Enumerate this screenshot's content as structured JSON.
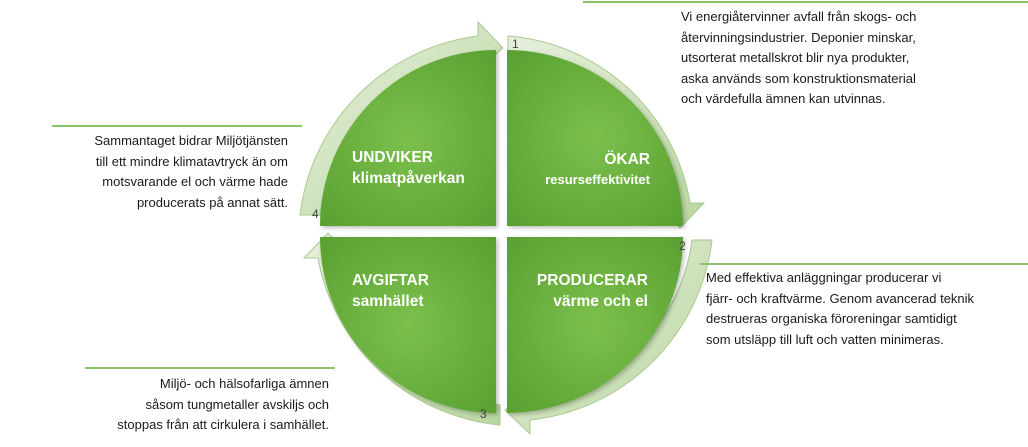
{
  "quadrants": {
    "q1": {
      "line1": "ÖKAR",
      "line2": "resurseffektivitet"
    },
    "q2": {
      "line1": "PRODUCERAR",
      "line2": "värme och el"
    },
    "q3": {
      "line1": "AVGIFTAR",
      "line2": "samhället"
    },
    "q4": {
      "line1": "UNDVIKER",
      "line2": "klimatpåverkan"
    }
  },
  "steps": [
    "1",
    "2",
    "3",
    "4"
  ],
  "descriptions": {
    "d1": [
      "Vi energiåtervinner avfall från skogs- och",
      "återvinningsindustrier. Deponier minskar,",
      "utsorterat metallskrot blir nya produkter,",
      "aska används som konstruktionsmaterial",
      "och värdefulla ämnen kan utvinnas."
    ],
    "d2": [
      "Med effektiva anläggningar producerar vi",
      "fjärr- och kraftvärme.  Genom  avancerad teknik",
      "destrueras organiska föroreningar samtidigt",
      "som utsläpp till luft och vatten minimeras."
    ],
    "d3": [
      "Miljö- och hälsofarliga ämnen",
      "såsom tungmetaller avskiljs och",
      "stoppas från att cirkulera i samhället."
    ],
    "d4": [
      "Sammantaget bidrar Miljötjänsten",
      "till ett mindre klimatavtryck än om",
      "motsvarande el och värme hade",
      "producerats på annat sätt."
    ]
  },
  "colors": {
    "accent": "#6fb043",
    "accent_dark": "#4e8f2a",
    "arrow": "#c3dcae",
    "rule": "#8cc46a"
  }
}
